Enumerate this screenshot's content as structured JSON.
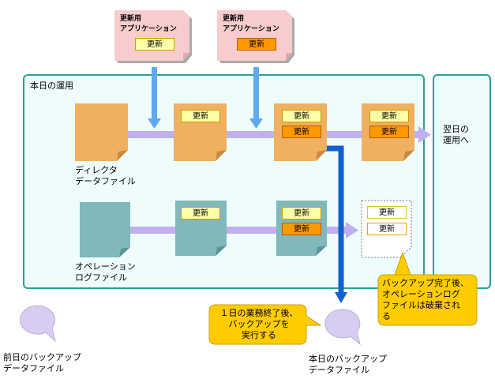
{
  "main_area_title": "本日の運用",
  "next_day_label": "翌日の\n運用へ",
  "update_label": "更新",
  "app1": {
    "title": "更新用\nアプリケーション"
  },
  "app2": {
    "title": "更新用\nアプリケーション"
  },
  "directory_file_label": "ディレクタ\nデータファイル",
  "oplog_file_label": "オペレーション\nログファイル",
  "prev_backup_label": "前日のバックアップ\nデータファイル",
  "today_backup_label": "本日のバックアップ\nデータファイル",
  "note_backup": "１日の業務終了後、\nバックアップを\n実行する",
  "note_discard": "バックアップ完了後、\nオペレーションログ\nファイルは破棄され\nる",
  "colors": {
    "area_bg": "#eefcfc",
    "area_border": "#2aa198",
    "file_orange": "#f0b060",
    "file_teal": "#80b8bc",
    "arrow_purple": "#c0b0f0",
    "arrow_blue": "#60a8f0",
    "arrow_darkblue": "#1060d0",
    "app_pink": "#f8cccc",
    "note_yellow": "#ffcc00",
    "backup_lavender": "#d8ccf0"
  }
}
